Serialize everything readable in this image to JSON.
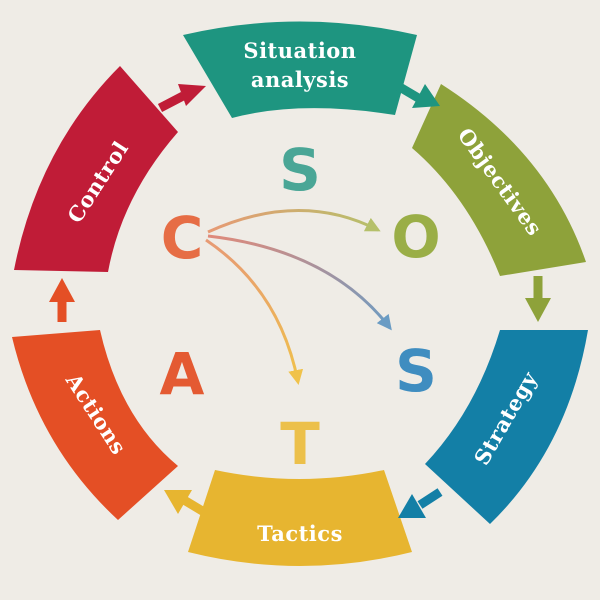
{
  "colors": {
    "background": "#efece6",
    "situation": "#1e9580",
    "objectives": "#8ea23a",
    "strategy": "#137fa6",
    "tactics": "#e7b530",
    "actions": "#e44f25",
    "control": "#c01c37"
  },
  "segments": {
    "situation": {
      "line1": "Situation",
      "line2": "analysis"
    },
    "objectives": {
      "label": "Objectives"
    },
    "strategy": {
      "label": "Strategy"
    },
    "tactics": {
      "label": "Tactics"
    },
    "actions": {
      "label": "Actions"
    },
    "control": {
      "label": "Control"
    }
  },
  "letters": {
    "s1": "S",
    "o": "O",
    "s2": "S",
    "t": "T",
    "a": "A",
    "c": "C"
  }
}
